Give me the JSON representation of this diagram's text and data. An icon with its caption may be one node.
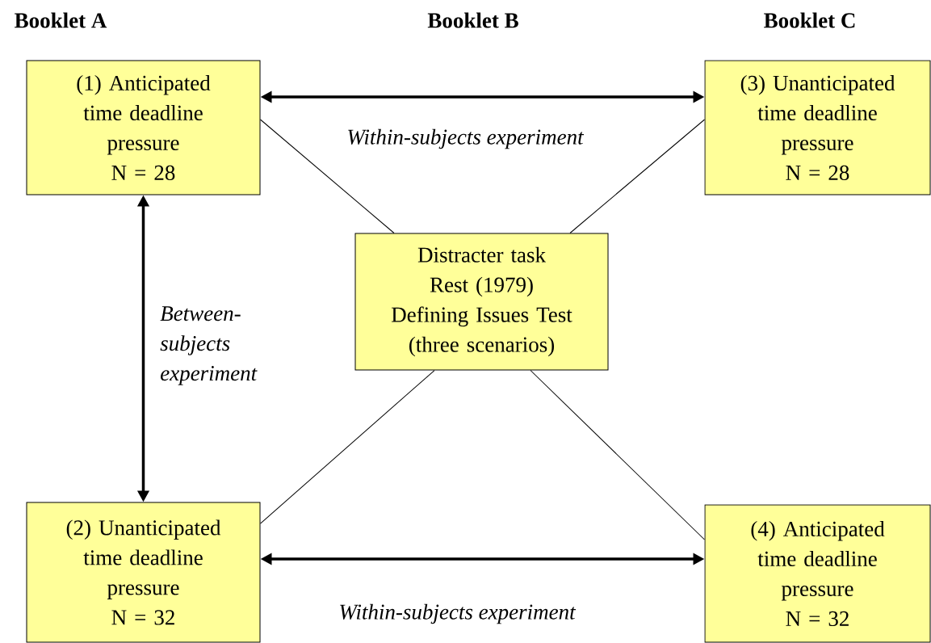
{
  "diagram": {
    "nodes": [
      {
        "text": [
          "(1) Anticipated time deadline pressure",
          "N = 28"
        ]
      },
      {
        "text": [
          "(2) Unanticipated time deadline pressure",
          "N = 32"
        ]
      },
      {
        "text": [
          "Distracter task",
          "Rest (1979)",
          "Defining Issues Test",
          "(three scenarios)"
        ]
      },
      {
        "text": [
          "(3) Unanticipated time deadline pressure",
          "N = 28"
        ]
      },
      {
        "text": [
          "(4) Anticipated time deadline pressure",
          "N = 32"
        ]
      }
    ],
    "edges": [
      {
        "from": 0,
        "to": 3,
        "arrow": "both",
        "label": "Within-subjects experiment",
        "style": "thick"
      },
      {
        "from": 0,
        "to": 1,
        "arrow": "both",
        "label": "Between-subjects experiment",
        "style": "thick"
      },
      {
        "from": 1,
        "to": 4,
        "arrow": "both",
        "label": "Within-subjects experiment",
        "style": "thick"
      },
      {
        "from": 0,
        "to": 2,
        "arrow": "none"
      },
      {
        "from": 3,
        "to": 2,
        "arrow": "none"
      },
      {
        "from": 1,
        "to": 2,
        "arrow": "none"
      },
      {
        "from": 4,
        "to": 2,
        "arrow": "none"
      }
    ],
    "labels": [
      "Booklet A",
      "Booklet B",
      "Booklet C"
    ]
  }
}
